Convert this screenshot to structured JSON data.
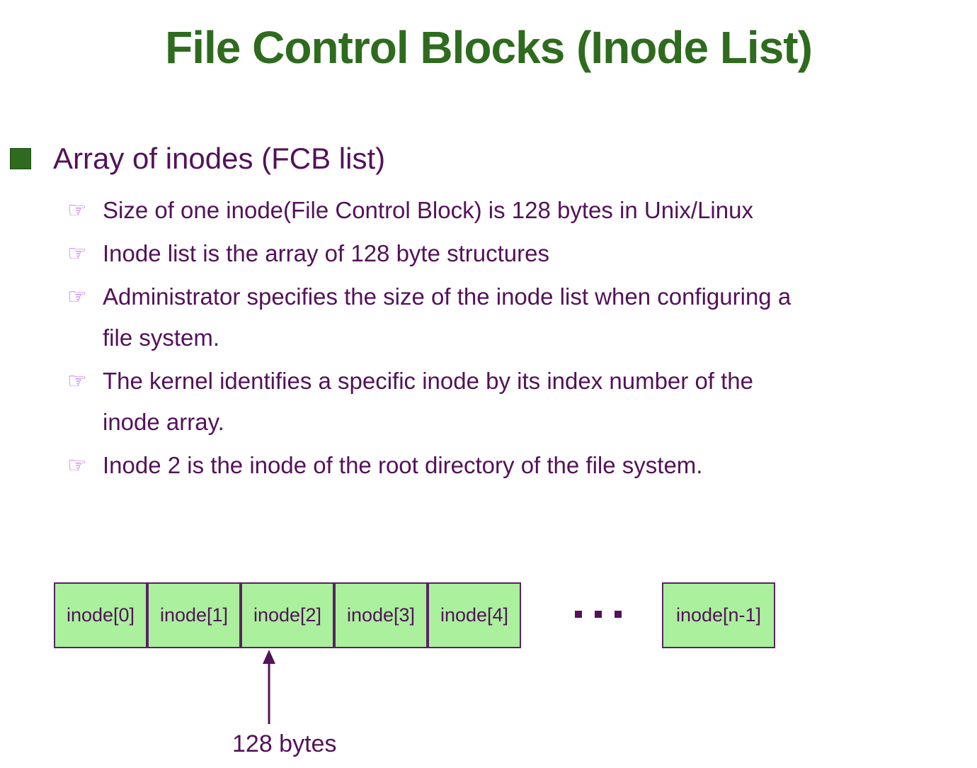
{
  "slide": {
    "title": "File Control Blocks (Inode List)"
  },
  "colors": {
    "title_green": "#2E6B1E",
    "body_purple": "#531259",
    "finger_icon_purple": "#B763E6",
    "inode_box_fill": "#AAF09D",
    "inode_box_border": "#5B2163"
  },
  "icons": {
    "finger_glyph": "☞"
  },
  "bullet": {
    "label": "Array of inodes (FCB list)",
    "items": [
      {
        "lines": [
          "Size of one inode(File Control Block) is 128 bytes in Unix/Linux"
        ]
      },
      {
        "lines": [
          "Inode list is the array of 128 byte structures"
        ]
      },
      {
        "lines": [
          "Administrator specifies the size of the inode list when configuring a",
          "file system."
        ]
      },
      {
        "lines": [
          "The kernel identifies a specific inode by its index number of the",
          "inode array."
        ]
      },
      {
        "lines": [
          "Inode 2 is the inode of the root directory of the file system."
        ]
      }
    ]
  },
  "diagram": {
    "cells": [
      "inode[0]",
      "inode[1]",
      "inode[2]",
      "inode[3]",
      "inode[4]"
    ],
    "ellipsis": "...",
    "last_cell": "inode[n-1]",
    "arrow_label": "128 bytes"
  }
}
